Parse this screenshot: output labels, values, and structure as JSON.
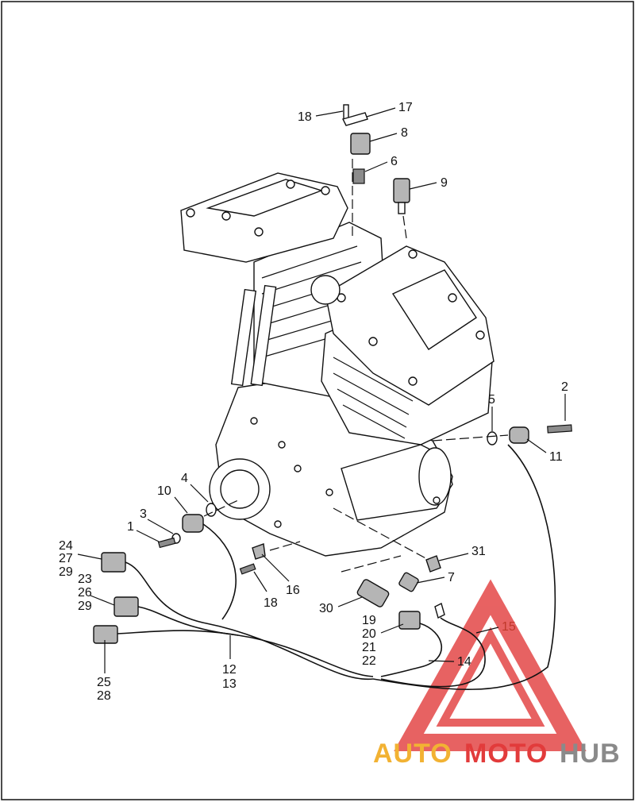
{
  "callouts": {
    "c18a": "18",
    "c17": "17",
    "c8": "8",
    "c6": "6",
    "c9": "9",
    "c2": "2",
    "c5": "5",
    "c11": "11",
    "c4": "4",
    "c10": "10",
    "c3": "3",
    "c1": "1",
    "c24": "24",
    "c27": "27",
    "c29a": "29",
    "c23": "23",
    "c26": "26",
    "c29b": "29",
    "c16": "16",
    "c18b": "18",
    "c31": "31",
    "c7": "7",
    "c30": "30",
    "c19": "19",
    "c20": "20",
    "c21": "21",
    "c22": "22",
    "c15": "15",
    "c14": "14",
    "c12": "12",
    "c13": "13",
    "c25": "25",
    "c28": "28"
  },
  "watermark": {
    "part1": "AUTO",
    "part2": "MOTO",
    "part3": "HUB"
  },
  "colors": {
    "watermark_red": "#e23b3b",
    "watermark_yellow": "#f2b233",
    "watermark_grey": "#8a8a8a",
    "callout_red": "#c0392b"
  }
}
